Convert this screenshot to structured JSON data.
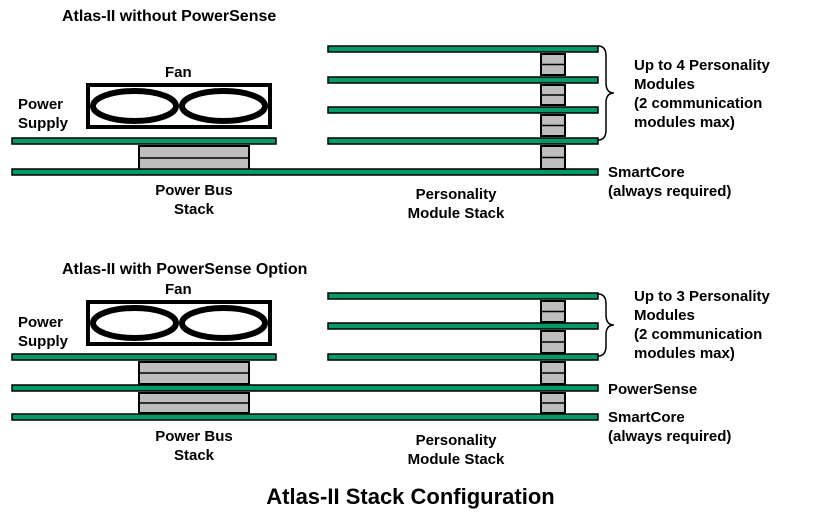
{
  "colors": {
    "board": "#009A66",
    "board_outline": "#000000",
    "connector": "#BDBDBD"
  },
  "title": "Atlas-II Stack Configuration",
  "top": {
    "heading": "Atlas-II without PowerSense",
    "fan": "Fan",
    "power_supply": [
      "Power",
      "Supply"
    ],
    "power_bus": [
      "Power Bus",
      "Stack"
    ],
    "personality_stack": [
      "Personality",
      "Module Stack"
    ],
    "modules_note": [
      "Up to 4 Personality",
      "Modules",
      "(2 communication",
      "modules max)"
    ],
    "smartcore": [
      "SmartCore",
      "(always required)"
    ]
  },
  "bottom": {
    "heading": "Atlas-II with PowerSense Option",
    "fan": "Fan",
    "power_supply": [
      "Power",
      "Supply"
    ],
    "power_bus": [
      "Power Bus",
      "Stack"
    ],
    "personality_stack": [
      "Personality",
      "Module Stack"
    ],
    "modules_note": [
      "Up to 3 Personality",
      "Modules",
      "(2 communication",
      "modules max)"
    ],
    "powersense": "PowerSense",
    "smartcore": [
      "SmartCore",
      "(always required)"
    ]
  }
}
